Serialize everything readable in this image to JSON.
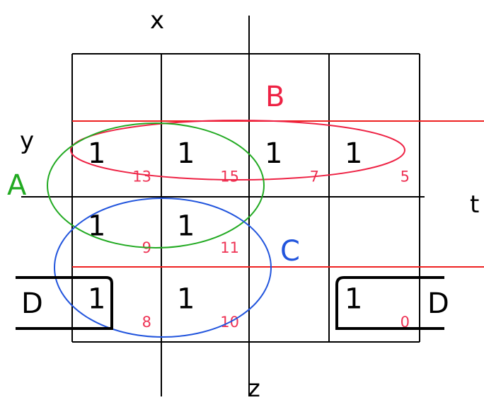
{
  "diagram": {
    "variables": {
      "x": "x",
      "y": "y",
      "z": "z",
      "t": "t"
    },
    "cells": [
      {
        "row": 0,
        "col": 0,
        "value": "",
        "index": ""
      },
      {
        "row": 0,
        "col": 1,
        "value": "",
        "index": ""
      },
      {
        "row": 0,
        "col": 2,
        "value": "",
        "index": ""
      },
      {
        "row": 0,
        "col": 3,
        "value": "",
        "index": ""
      },
      {
        "row": 1,
        "col": 0,
        "value": "1",
        "index": "13"
      },
      {
        "row": 1,
        "col": 1,
        "value": "1",
        "index": "15"
      },
      {
        "row": 1,
        "col": 2,
        "value": "1",
        "index": "7"
      },
      {
        "row": 1,
        "col": 3,
        "value": "1",
        "index": "5"
      },
      {
        "row": 2,
        "col": 0,
        "value": "1",
        "index": "9"
      },
      {
        "row": 2,
        "col": 1,
        "value": "1",
        "index": "11"
      },
      {
        "row": 2,
        "col": 2,
        "value": "",
        "index": ""
      },
      {
        "row": 2,
        "col": 3,
        "value": "",
        "index": ""
      },
      {
        "row": 3,
        "col": 0,
        "value": "1",
        "index": "8"
      },
      {
        "row": 3,
        "col": 1,
        "value": "1",
        "index": "10"
      },
      {
        "row": 3,
        "col": 2,
        "value": "",
        "index": ""
      },
      {
        "row": 3,
        "col": 3,
        "value": "1",
        "index": "0"
      }
    ],
    "groups": {
      "A": {
        "label": "A",
        "color": "#22aa22"
      },
      "B": {
        "label": "B",
        "color": "#ee2244"
      },
      "C": {
        "label": "C",
        "color": "#2255dd"
      },
      "D_left": {
        "label": "D",
        "color": "#000000"
      },
      "D_right": {
        "label": "D",
        "color": "#000000"
      }
    },
    "index_color": "#ee3355",
    "grid_color": "#000000",
    "band_color": "#ee2222"
  }
}
